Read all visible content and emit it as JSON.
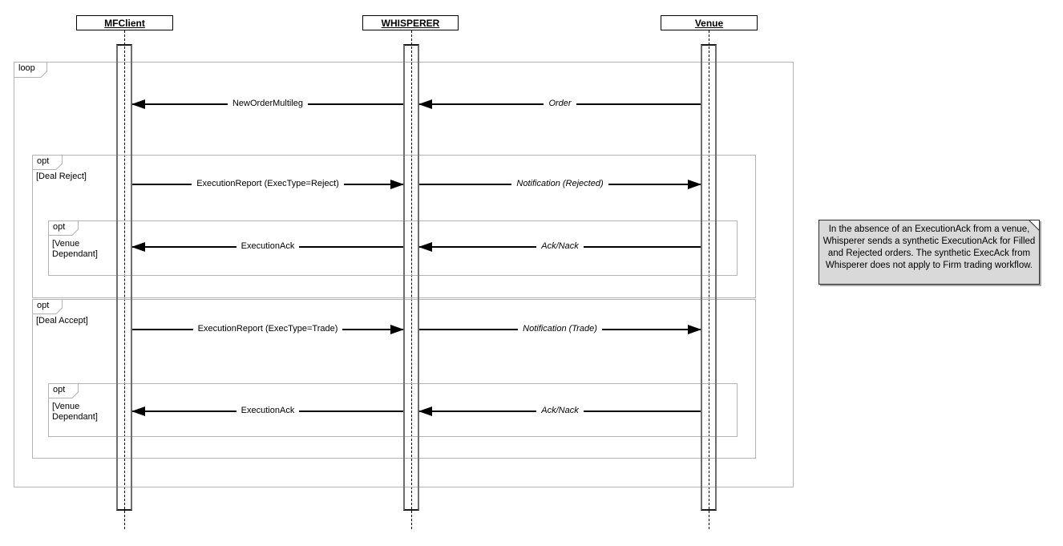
{
  "diagram_type": "uml-sequence-diagram",
  "participants": [
    {
      "name": "MFClient"
    },
    {
      "name": "WHISPERER"
    },
    {
      "name": "Venue"
    }
  ],
  "fragments": [
    {
      "operator": "loop",
      "guard": ""
    },
    {
      "operator": "opt",
      "guard": "[Deal Reject]"
    },
    {
      "operator": "opt",
      "guard": "[Venue\nDependant]"
    },
    {
      "operator": "opt",
      "guard": "[Deal Accept]"
    },
    {
      "operator": "opt",
      "guard": "[Venue\nDependant]"
    }
  ],
  "messages": [
    {
      "label": "NewOrderMultileg",
      "from": "WHISPERER",
      "to": "MFClient",
      "emphasis": "plain"
    },
    {
      "label": "Order",
      "from": "Venue",
      "to": "WHISPERER",
      "emphasis": "italic"
    },
    {
      "label": "ExecutionReport (ExecType=Reject)",
      "from": "MFClient",
      "to": "WHISPERER",
      "emphasis": "plain"
    },
    {
      "label": "Notification (Rejected)",
      "from": "WHISPERER",
      "to": "Venue",
      "emphasis": "italic"
    },
    {
      "label": "ExecutionAck",
      "from": "WHISPERER",
      "to": "MFClient",
      "emphasis": "plain"
    },
    {
      "label": "Ack/Nack",
      "from": "Venue",
      "to": "WHISPERER",
      "emphasis": "italic"
    },
    {
      "label": "ExecutionReport (ExecType=Trade)",
      "from": "MFClient",
      "to": "WHISPERER",
      "emphasis": "plain"
    },
    {
      "label": "Notification (Trade)",
      "from": "WHISPERER",
      "to": "Venue",
      "emphasis": "italic"
    },
    {
      "label": "ExecutionAck",
      "from": "WHISPERER",
      "to": "MFClient",
      "emphasis": "plain"
    },
    {
      "label": "Ack/Nack",
      "from": "Venue",
      "to": "WHISPERER",
      "emphasis": "italic"
    }
  ],
  "note": {
    "text": "In the absence of an ExecutionAck from a venue, Whisperer sends a synthetic ExecutionAck for Filled and Rejected orders. The synthetic ExecAck from Whisperer does not apply to Firm trading workflow."
  },
  "colors": {
    "fragment_border": "#b4b4b4",
    "activation_border": "#6e6e6e",
    "note_background": "#d9d9d9",
    "message_line": "#000000"
  }
}
